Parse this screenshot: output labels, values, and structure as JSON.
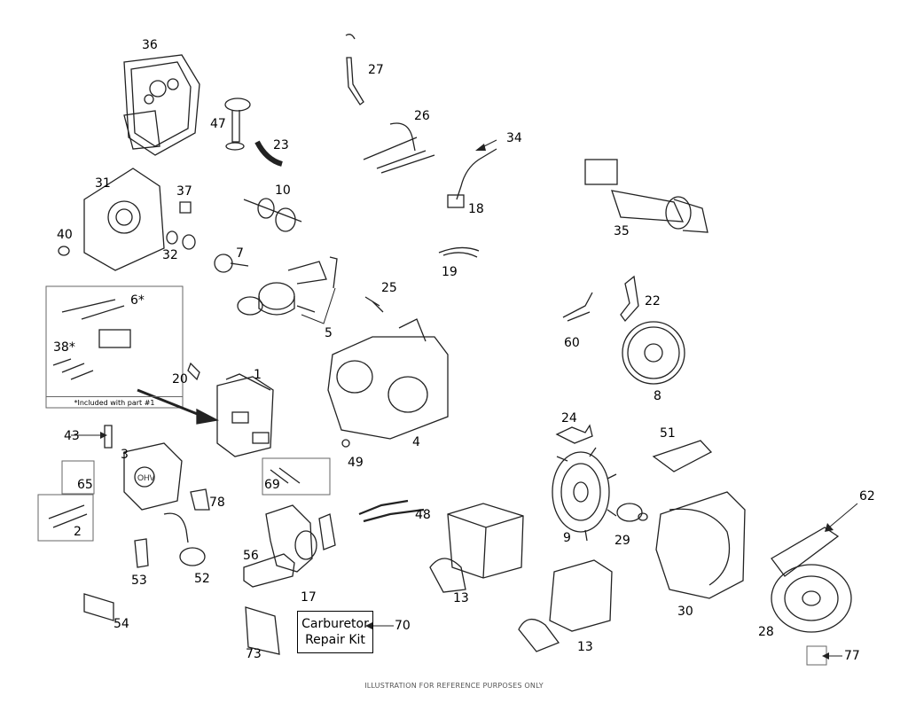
{
  "callouts": {
    "c36": "36",
    "c47": "47",
    "c23": "23",
    "c27": "27",
    "c26": "26",
    "c34": "34",
    "c31": "31",
    "c37": "37",
    "c10": "10",
    "c18": "18",
    "c35": "35",
    "c40": "40",
    "c32": "32",
    "c7": "7",
    "c19": "19",
    "c6": "6*",
    "c25": "25",
    "c22": "22",
    "c38": "38*",
    "c5": "5",
    "c60": "60",
    "c20": "20",
    "c1": "1",
    "c8": "8",
    "c24": "24",
    "c51": "51",
    "c43": "43",
    "c4": "4",
    "c3": "3",
    "c49": "49",
    "c65": "65",
    "c69": "69",
    "c62": "62",
    "c78": "78",
    "c48": "48",
    "c9": "9",
    "c29": "29",
    "c2": "2",
    "c56": "56",
    "c53": "53",
    "c52": "52",
    "c13a": "13",
    "c17": "17",
    "c30": "30",
    "c54": "54",
    "c70": "70",
    "c28": "28",
    "c13b": "13",
    "c73": "73",
    "c77": "77"
  },
  "included_note": "*Included with part #1",
  "repair_kit": {
    "line1": "Carburetor",
    "line2": "Repair Kit"
  },
  "footer": "ILLUSTRATION FOR REFERENCE PURPOSES ONLY"
}
